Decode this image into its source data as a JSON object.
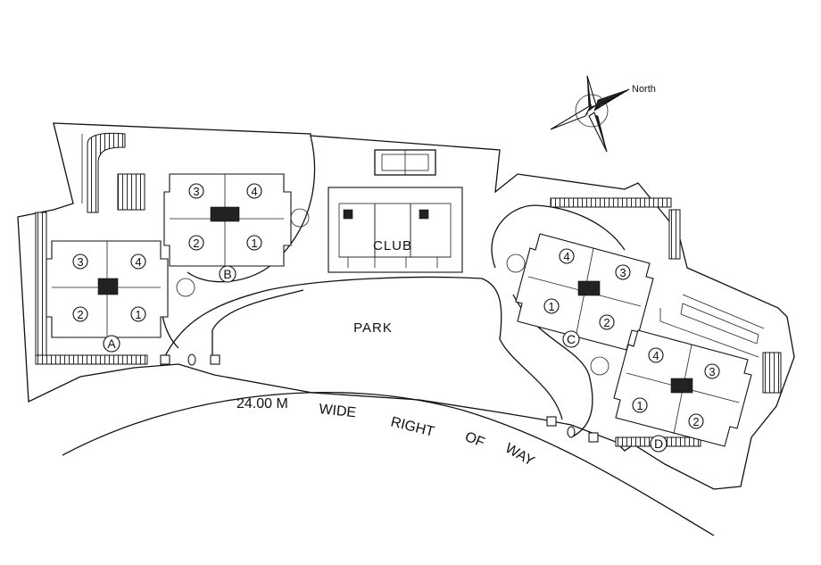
{
  "compass": {
    "label": "North"
  },
  "road": {
    "words": [
      "24.00 M",
      "WIDE",
      "RIGHT",
      "OF",
      "WAY"
    ]
  },
  "park_label": "PARK",
  "club_label": "CLUB",
  "towers": [
    {
      "name": "A",
      "units": [
        "3",
        "4",
        "2",
        "1"
      ]
    },
    {
      "name": "B",
      "units": [
        "3",
        "4",
        "2",
        "1"
      ]
    },
    {
      "name": "C",
      "units": [
        "4",
        "3",
        "1",
        "2"
      ]
    },
    {
      "name": "D",
      "units": [
        "4",
        "3",
        "1",
        "2"
      ]
    }
  ]
}
